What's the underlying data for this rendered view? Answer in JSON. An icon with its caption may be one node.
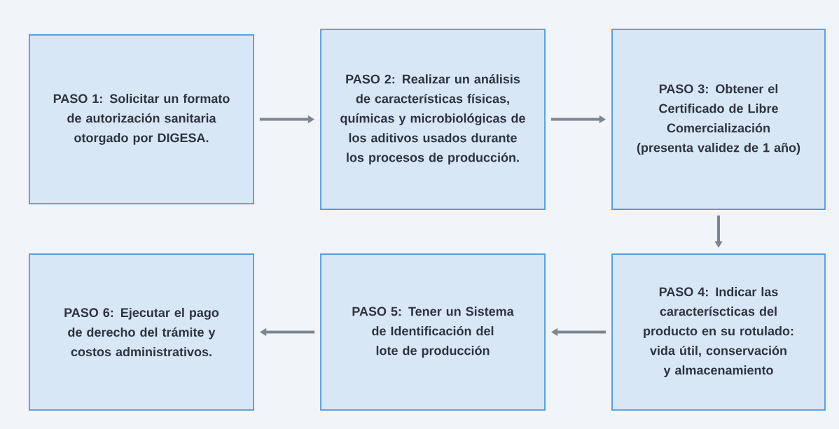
{
  "diagram": {
    "nodes": [
      {
        "text": [
          "PASO 1: Solicitar un formato de autorización sanitaria otorgado por DIGESA."
        ]
      },
      {
        "text": [
          "PASO 2: Realizar un análisis de características físicas, químicas y microbiológicas de los aditivos usados durante los procesos de producción."
        ]
      },
      {
        "text": [
          "PASO 3: Obtener el Certificado de Libre Comercialización (presenta validez de 1 año)"
        ]
      },
      {
        "text": [
          "PASO 4: Indicar las caracteríscticas del producto en su rotulado: vida útil, conservación y almacenamiento"
        ]
      },
      {
        "text": [
          "PASO 5: Tener un Sistema de Identificación del lote de producción"
        ]
      },
      {
        "text": [
          "PASO 6: Ejecutar el pago de derecho del trámite y costos administrativos."
        ]
      }
    ],
    "edges": [
      {
        "from": 0,
        "to": 1,
        "arrow": "to"
      },
      {
        "from": 1,
        "to": 2,
        "arrow": "to"
      },
      {
        "from": 2,
        "to": 3,
        "arrow": "to"
      },
      {
        "from": 3,
        "to": 4,
        "arrow": "to"
      },
      {
        "from": 4,
        "to": 5,
        "arrow": "to"
      }
    ]
  }
}
